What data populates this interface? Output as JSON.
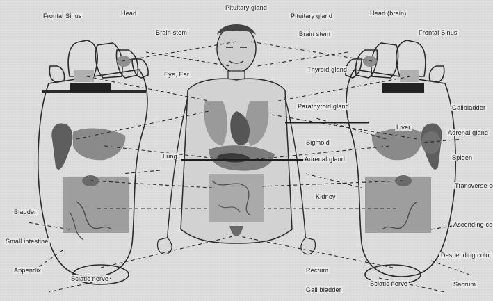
{
  "image": {
    "kind": "reflexology chart: body organs mapped to foot soles",
    "palette": {
      "background": "#dcdcdc",
      "ink": "#1f1f1f",
      "organ_dark": "#6b6b6b",
      "organ_mid": "#8f8f8f",
      "organ_light": "#b8b8b8",
      "label_bg": "#e8e8e8"
    }
  },
  "labels": {
    "sinus_left": "Frontal Sinus",
    "head": "Head",
    "brain_stem": "Brain stem",
    "pituitary": "Pituitary gland",
    "pituitary_right": "Pituitary gland",
    "head_brain_right": "Head (brain)",
    "frontal_sinus_right": "Frontal Sinus",
    "brain_stem_right": "Brain stem",
    "thyroid": "Thyroid gland",
    "parathyroid": "Parathyroid gland",
    "eye_ear": "Eye, Ear",
    "lung": "Lung",
    "gallbladder": "Gallbladder",
    "adrenal": "Adrenal gland",
    "spleen": "Spleen",
    "liver": "Liver",
    "sigmoid": "Sigmoid",
    "adrenal_center": "Adrenal gland",
    "kidney": "Kidney",
    "transverse_colon": "Transverse colon",
    "ascending_colon": "Ascending colon",
    "descending_colon": "Descending colon",
    "small_intestine": "Small intestine",
    "bladder": "Bladder",
    "left_heel": "Sciatic nerve",
    "right_heel": "Sciatic nerve",
    "appendix": "Appendix",
    "rectum": "Rectum",
    "gall_bladder_lower": "Gall bladder",
    "sacrum": "Sacrum"
  }
}
